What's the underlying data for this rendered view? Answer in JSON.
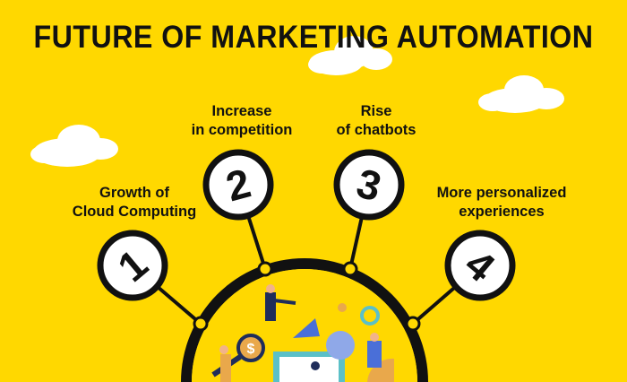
{
  "title": "FUTURE OF MARKETING AUTOMATION",
  "steps": [
    {
      "number": "1",
      "label_line1": "Growth of",
      "label_line2": "Cloud Computing"
    },
    {
      "number": "2",
      "label_line1": "Increase",
      "label_line2": "in competition"
    },
    {
      "number": "3",
      "label_line1": "Rise",
      "label_line2": "of chatbots"
    },
    {
      "number": "4",
      "label_line1": "More personalized",
      "label_line2": "experiences"
    }
  ],
  "colors": {
    "background": "#FFD800",
    "ink": "#111111",
    "accent_blue": "#4A6FD8"
  }
}
